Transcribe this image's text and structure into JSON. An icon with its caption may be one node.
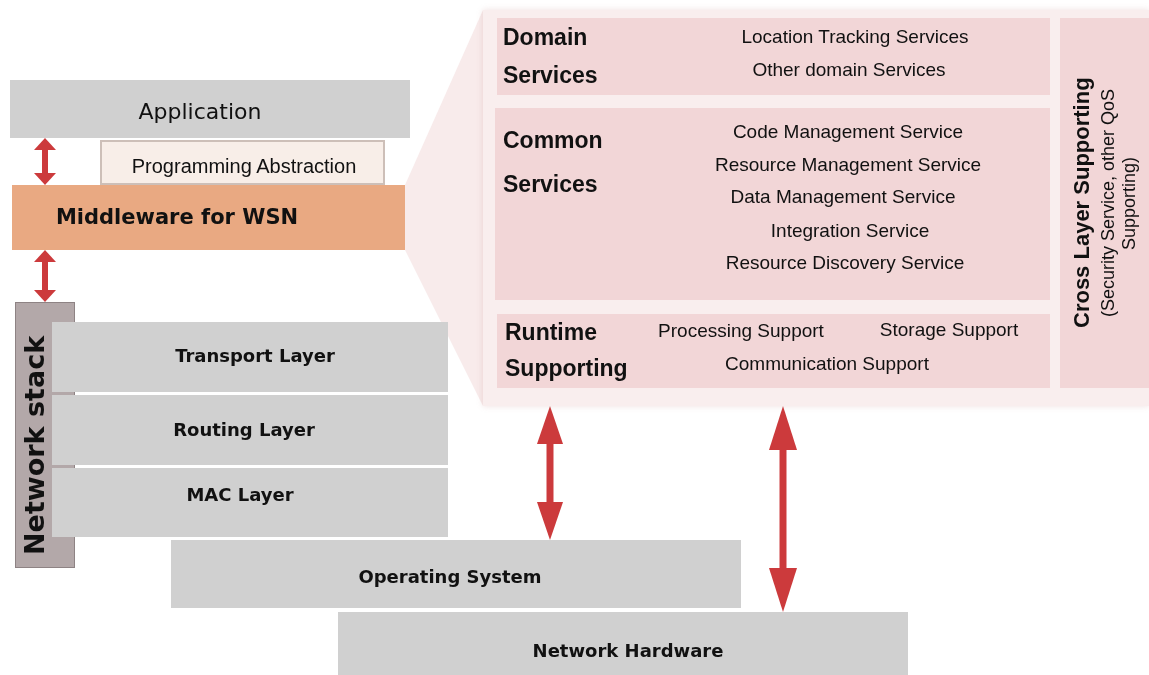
{
  "diagram": {
    "nodes": [
      {
        "text": [
          "Application"
        ]
      },
      {
        "text": [
          "Programming Abstraction"
        ]
      },
      {
        "text": [
          "Middleware for WSN"
        ]
      },
      {
        "text": [
          "Network stack"
        ]
      },
      {
        "text": [
          "Transport Layer"
        ]
      },
      {
        "text": [
          "Routing Layer"
        ]
      },
      {
        "text": [
          "MAC Layer"
        ]
      },
      {
        "text": [
          "Operating System"
        ]
      },
      {
        "text": [
          "Network Hardware"
        ]
      },
      {
        "text": [],
        "shape": "box"
      },
      {
        "text": [
          "Domain Services",
          "Location Tracking Services",
          "Other domain Services"
        ],
        "in": 9
      },
      {
        "text": [
          "Common Services",
          "Code Management Service",
          "Resource Management Service",
          "Data Management Service",
          "Integration Service",
          "Resource Discovery Service"
        ],
        "in": 9
      },
      {
        "text": [
          "Runtime Supporting",
          "Processing Support",
          "Storage Support",
          "Communication Support"
        ],
        "in": 9
      },
      {
        "text": [
          "Cross Layer Supporting",
          "(Security Service, other QoS Supporting)"
        ],
        "in": 9
      }
    ],
    "edges": [
      {
        "from": 0,
        "to": 2,
        "arrow": "both"
      },
      {
        "from": 2,
        "to": 3,
        "arrow": "both"
      },
      {
        "from": 2,
        "to": 9,
        "arrow": "none"
      },
      {
        "from": 9,
        "to": 7,
        "arrow": "both"
      },
      {
        "from": 9,
        "to": 8,
        "arrow": "both"
      }
    ]
  }
}
